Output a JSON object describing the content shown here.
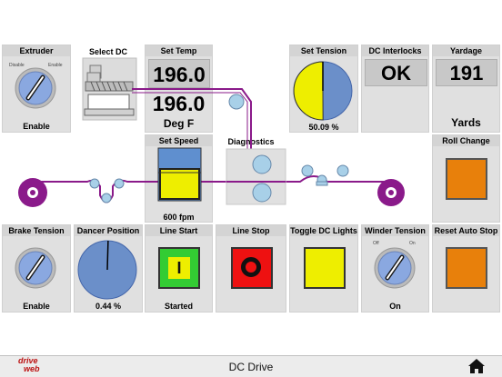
{
  "extruder": {
    "title": "Extruder",
    "disable_label": "Disable",
    "enable_label": "Enable",
    "state": "Enable"
  },
  "select_dc": {
    "title": "Select DC"
  },
  "set_temp": {
    "title": "Set Temp",
    "setpoint": "196.0",
    "actual": "196.0",
    "unit": "Deg F"
  },
  "set_tension": {
    "title": "Set Tension",
    "value": "50.09 %",
    "fraction": 0.5009
  },
  "dc_interlocks": {
    "title": "DC Interlocks",
    "status": "OK"
  },
  "yardage": {
    "title": "Yardage",
    "value": "191",
    "unit": "Yards"
  },
  "set_speed": {
    "title": "Set Speed",
    "value": "600 fpm"
  },
  "diagnostics": {
    "title": "Diagnostics"
  },
  "roll_change": {
    "title": "Roll Change"
  },
  "brake_tension": {
    "title": "Brake Tension",
    "state": "Enable"
  },
  "dancer_position": {
    "title": "Dancer Position",
    "value": "0.44 %",
    "fraction": 0.0044
  },
  "line_start": {
    "title": "Line Start",
    "state": "Started",
    "symbol": "I"
  },
  "line_stop": {
    "title": "Line Stop"
  },
  "toggle_dc_lights": {
    "title": "Toggle DC Lights"
  },
  "winder_tension": {
    "title": "Winder Tension",
    "off_label": "Off",
    "on_label": "On",
    "state": "On"
  },
  "reset_auto_stop": {
    "title": "Reset Auto Stop"
  },
  "footer": {
    "title": "DC Drive",
    "logo_top": "drive",
    "logo_bottom": "web"
  },
  "colors": {
    "accent_yellow": "#eeee00",
    "pie_blue": "#6b8fc9",
    "orange": "#e8800b",
    "green": "#33cc33",
    "red": "#ee1111",
    "web": "#8a1a8a"
  },
  "icons": [
    "knob-icon",
    "extruder-machine-icon",
    "pie-gauge-icon",
    "home-icon",
    "drive-web-logo"
  ]
}
